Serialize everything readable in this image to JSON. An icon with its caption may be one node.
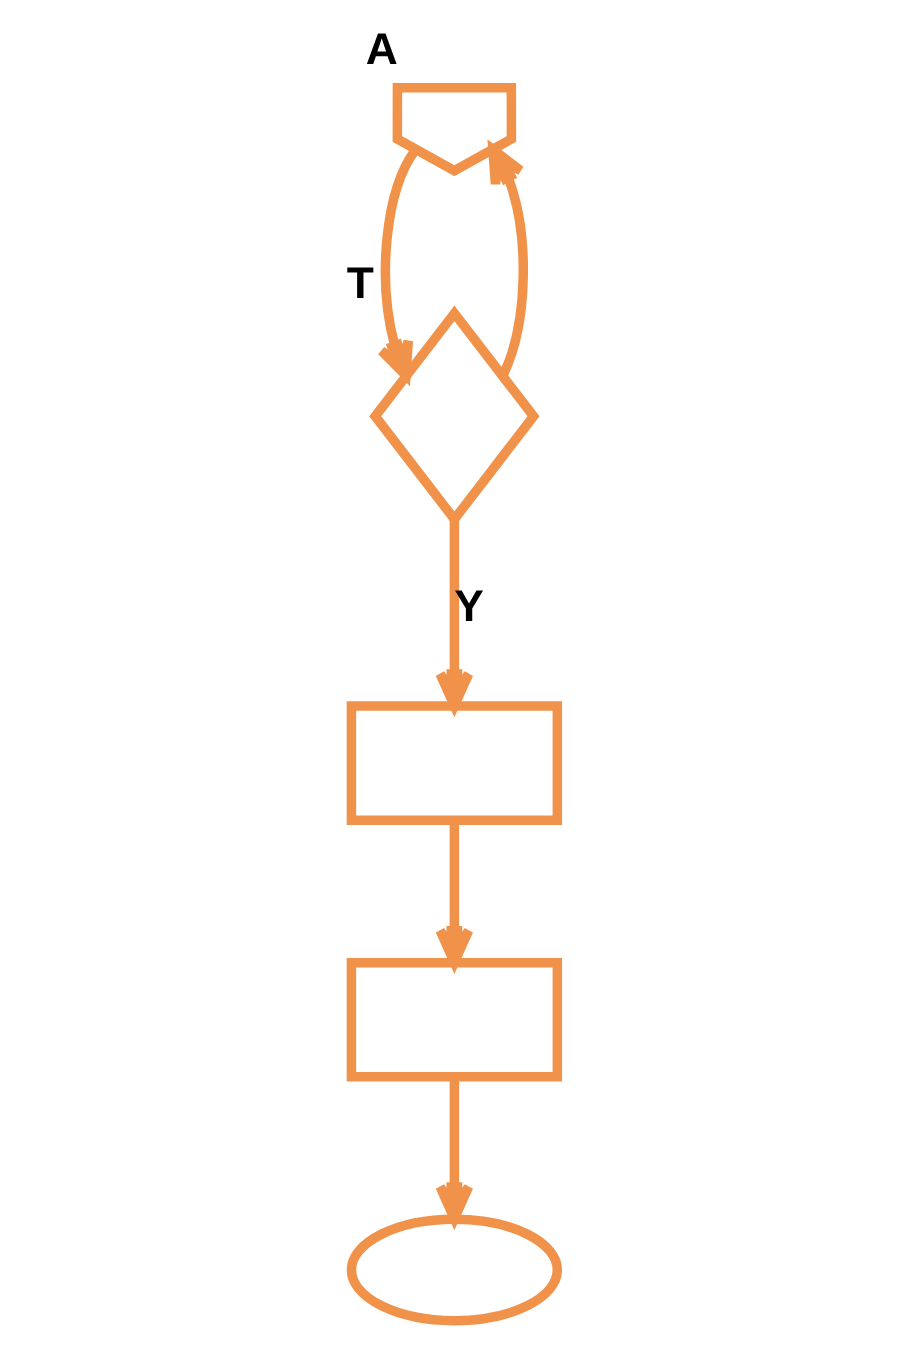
{
  "diagram": {
    "nodes": [
      {
        "text": [],
        "shape": "pentagon",
        "beside": [
          "A"
        ]
      },
      {
        "text": [],
        "shape": "diamond",
        "beside": [
          "T"
        ]
      },
      {
        "text": [],
        "shape": "box"
      },
      {
        "text": [],
        "shape": "box"
      },
      {
        "text": [],
        "shape": "ellipse"
      }
    ],
    "edges": [
      {
        "from": 1,
        "to": 0,
        "arrow": "to"
      },
      {
        "from": 0,
        "to": 1,
        "arrow": "to"
      },
      {
        "from": 1,
        "to": 2,
        "arrow": "to",
        "label": "Y"
      },
      {
        "from": 2,
        "to": 3,
        "arrow": "to"
      },
      {
        "from": 3,
        "to": 4,
        "arrow": "to"
      }
    ]
  }
}
